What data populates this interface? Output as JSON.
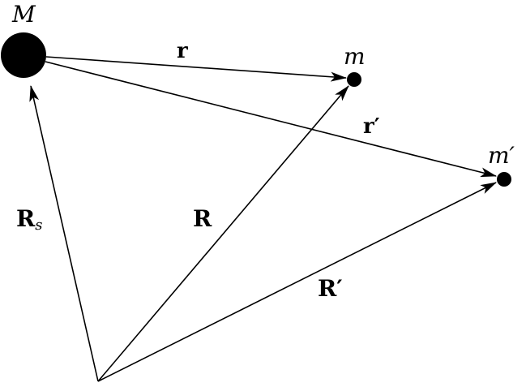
{
  "labels": {
    "M": "M",
    "m": "m",
    "m_prime": "m′",
    "r": "r",
    "r_prime": "r′",
    "R_s": "R",
    "R_s_sub": "s",
    "R": "R",
    "R_prime": "R′"
  },
  "colors": {
    "stroke": "#000000"
  }
}
